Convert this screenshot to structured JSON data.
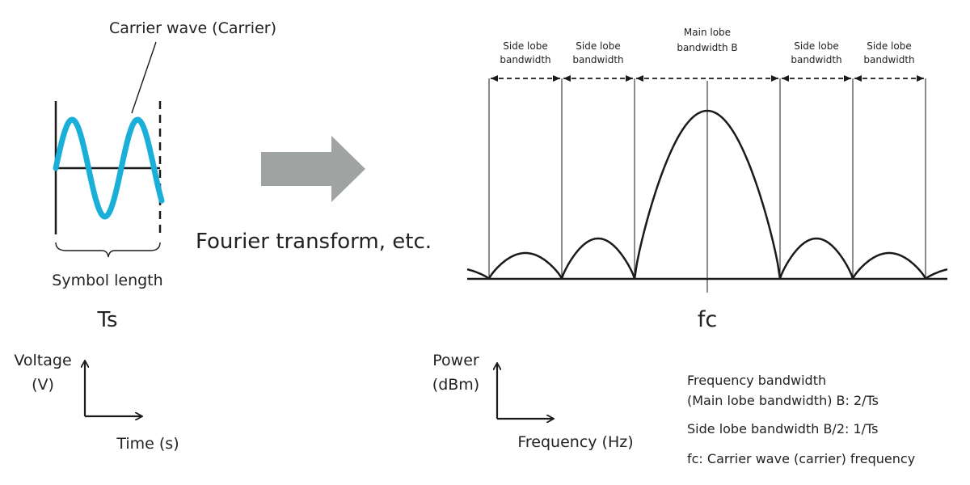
{
  "colors": {
    "carrier": "#1AAFD8",
    "arrow": "#9FA3A1",
    "line": "#1A1A1A",
    "text": "#222222"
  },
  "left": {
    "carrier_label": "Carrier wave (Carrier)",
    "symbol_length_label": "Symbol length",
    "ts_label": "Ts",
    "axis_y_label_line1": "Voltage",
    "axis_y_label_line2": "(V)",
    "axis_x_label": "Time (s)"
  },
  "middle": {
    "transform_label": "Fourier transform, etc."
  },
  "spectrum": {
    "bands": [
      {
        "line1": "Side lobe",
        "line2": "bandwidth"
      },
      {
        "line1": "Side lobe",
        "line2": "bandwidth"
      },
      {
        "line1": "Main lobe",
        "line2": "bandwidth B"
      },
      {
        "line1": "Side lobe",
        "line2": "bandwidth"
      },
      {
        "line1": "Side lobe",
        "line2": "bandwidth"
      }
    ],
    "fc_label": "fc",
    "axis_y_label_line1": "Power",
    "axis_y_label_line2": "(dBm)",
    "axis_x_label": "Frequency (Hz)"
  },
  "notes": {
    "line1": "Frequency bandwidth",
    "line2": "(Main lobe bandwidth) B: 2/Ts",
    "line3": "Side lobe bandwidth B/2: 1/Ts",
    "line4": "fc: Carrier wave (carrier) frequency"
  }
}
